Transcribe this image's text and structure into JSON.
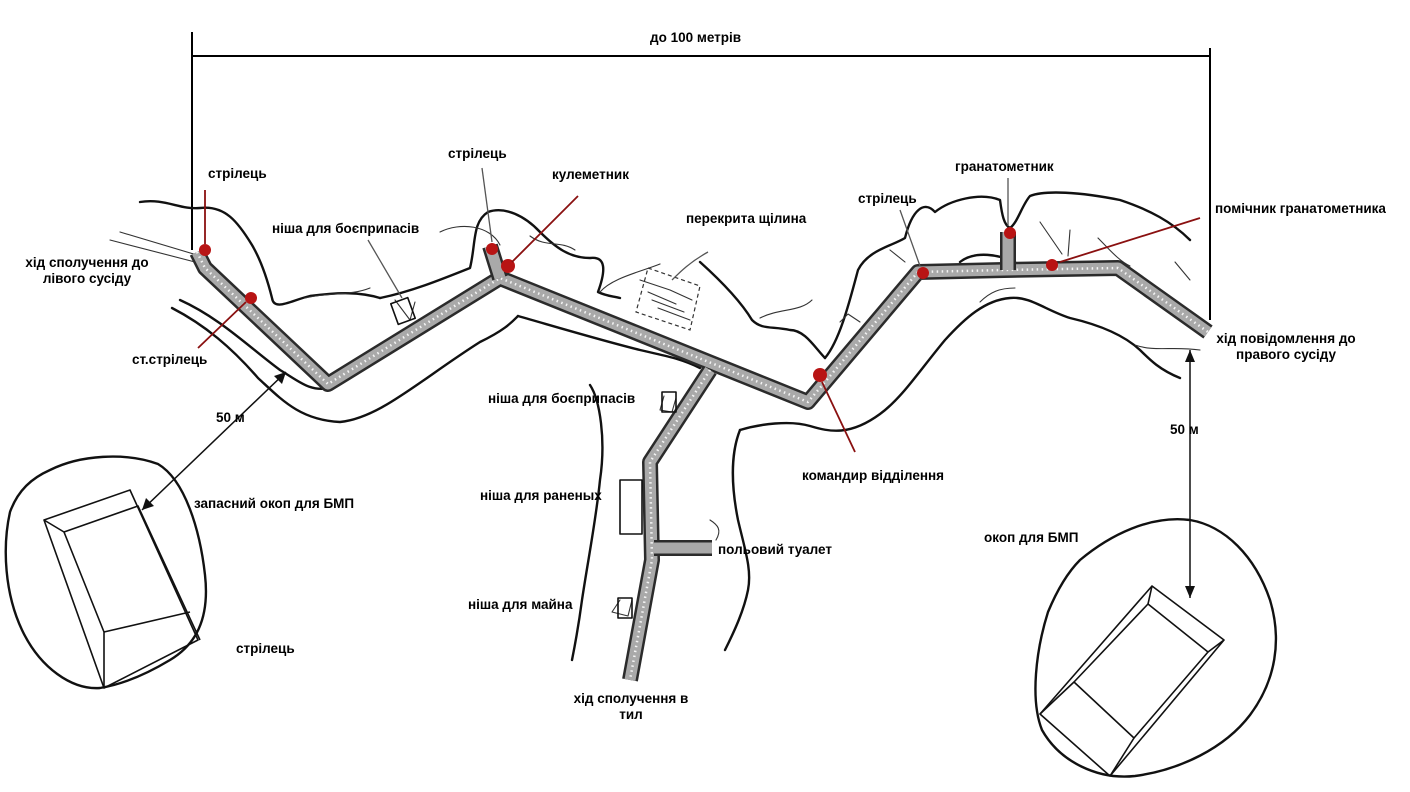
{
  "labels": {
    "width": "до 100 метрів",
    "rifleman_left": "стрілець",
    "comm_left": "хід сполучення до лівого сусіду",
    "senior_rifleman": "ст.стрілець",
    "ammo_niche_top": "ніша для боєприпасів",
    "rifleman_center": "стрілець",
    "machine_gunner": "кулеметник",
    "covered_slit": "перекрита щілина",
    "rifleman_right": "стрілець",
    "grenadier": "гранатометник",
    "grenadier_assistant": "помічник гранатометника",
    "comm_right": "хід повідомлення до правого сусіду",
    "ammo_niche_bottom": "ніша для боєприпасів",
    "squad_leader": "командир відділення",
    "wounded_niche": "ніша для  раненых",
    "field_toilet": "польовий туалет",
    "property_niche": "ніша для  майна",
    "rear_passage": "хід сполучення в тил",
    "dist_left": "50 м",
    "dist_right": "50 м",
    "reserve_bmp": "запасний окоп для БМП",
    "rifleman_bottom": "стрілець",
    "bmp_trench": "окоп для БМП"
  },
  "colors": {
    "position_marker": "#b81414",
    "leader_line": "#8a1010",
    "trench_fill": "#a9a9a9",
    "ink": "#111111"
  }
}
